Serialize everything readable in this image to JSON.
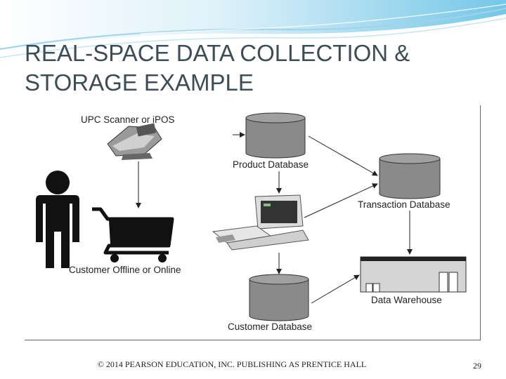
{
  "slide": {
    "title_line1": "REAL-SPACE DATA COLLECTION &",
    "title_line2": "STORAGE EXAMPLE"
  },
  "diagram": {
    "labels": {
      "scanner": "UPC Scanner or iPOS",
      "customer": "Customer Offline or Online",
      "product_db": "Product Database",
      "transaction_db": "Transaction Database",
      "customer_db": "Customer Database",
      "data_warehouse": "Data Warehouse"
    },
    "nodes": [
      {
        "id": "scanner",
        "icon": "barcode-scanner-icon"
      },
      {
        "id": "customer",
        "icon": "person-icon"
      },
      {
        "id": "cart",
        "icon": "shopping-cart-icon"
      },
      {
        "id": "product_db",
        "icon": "database-icon"
      },
      {
        "id": "pos_terminal",
        "icon": "pos-terminal-icon"
      },
      {
        "id": "transaction_db",
        "icon": "database-icon"
      },
      {
        "id": "customer_db",
        "icon": "database-icon"
      },
      {
        "id": "data_warehouse",
        "icon": "warehouse-icon"
      }
    ],
    "edges": [
      {
        "from": "scanner",
        "to": "cart"
      },
      {
        "from": "product_db",
        "to": "pos_terminal"
      },
      {
        "from": "product_db",
        "to": "transaction_db"
      },
      {
        "from": "pos_terminal",
        "to": "transaction_db"
      },
      {
        "from": "pos_terminal",
        "to": "customer_db"
      },
      {
        "from": "transaction_db",
        "to": "data_warehouse"
      },
      {
        "from": "customer_db",
        "to": "data_warehouse"
      }
    ]
  },
  "footer": {
    "copyright": "© 2014 PEARSON EDUCATION, INC. PUBLISHING AS PRENTICE HALL",
    "page_number": "29"
  },
  "colors": {
    "title": "#3b4e57",
    "wave_accent": "#4fb3d9",
    "database_fill": "#8a8a8a"
  }
}
